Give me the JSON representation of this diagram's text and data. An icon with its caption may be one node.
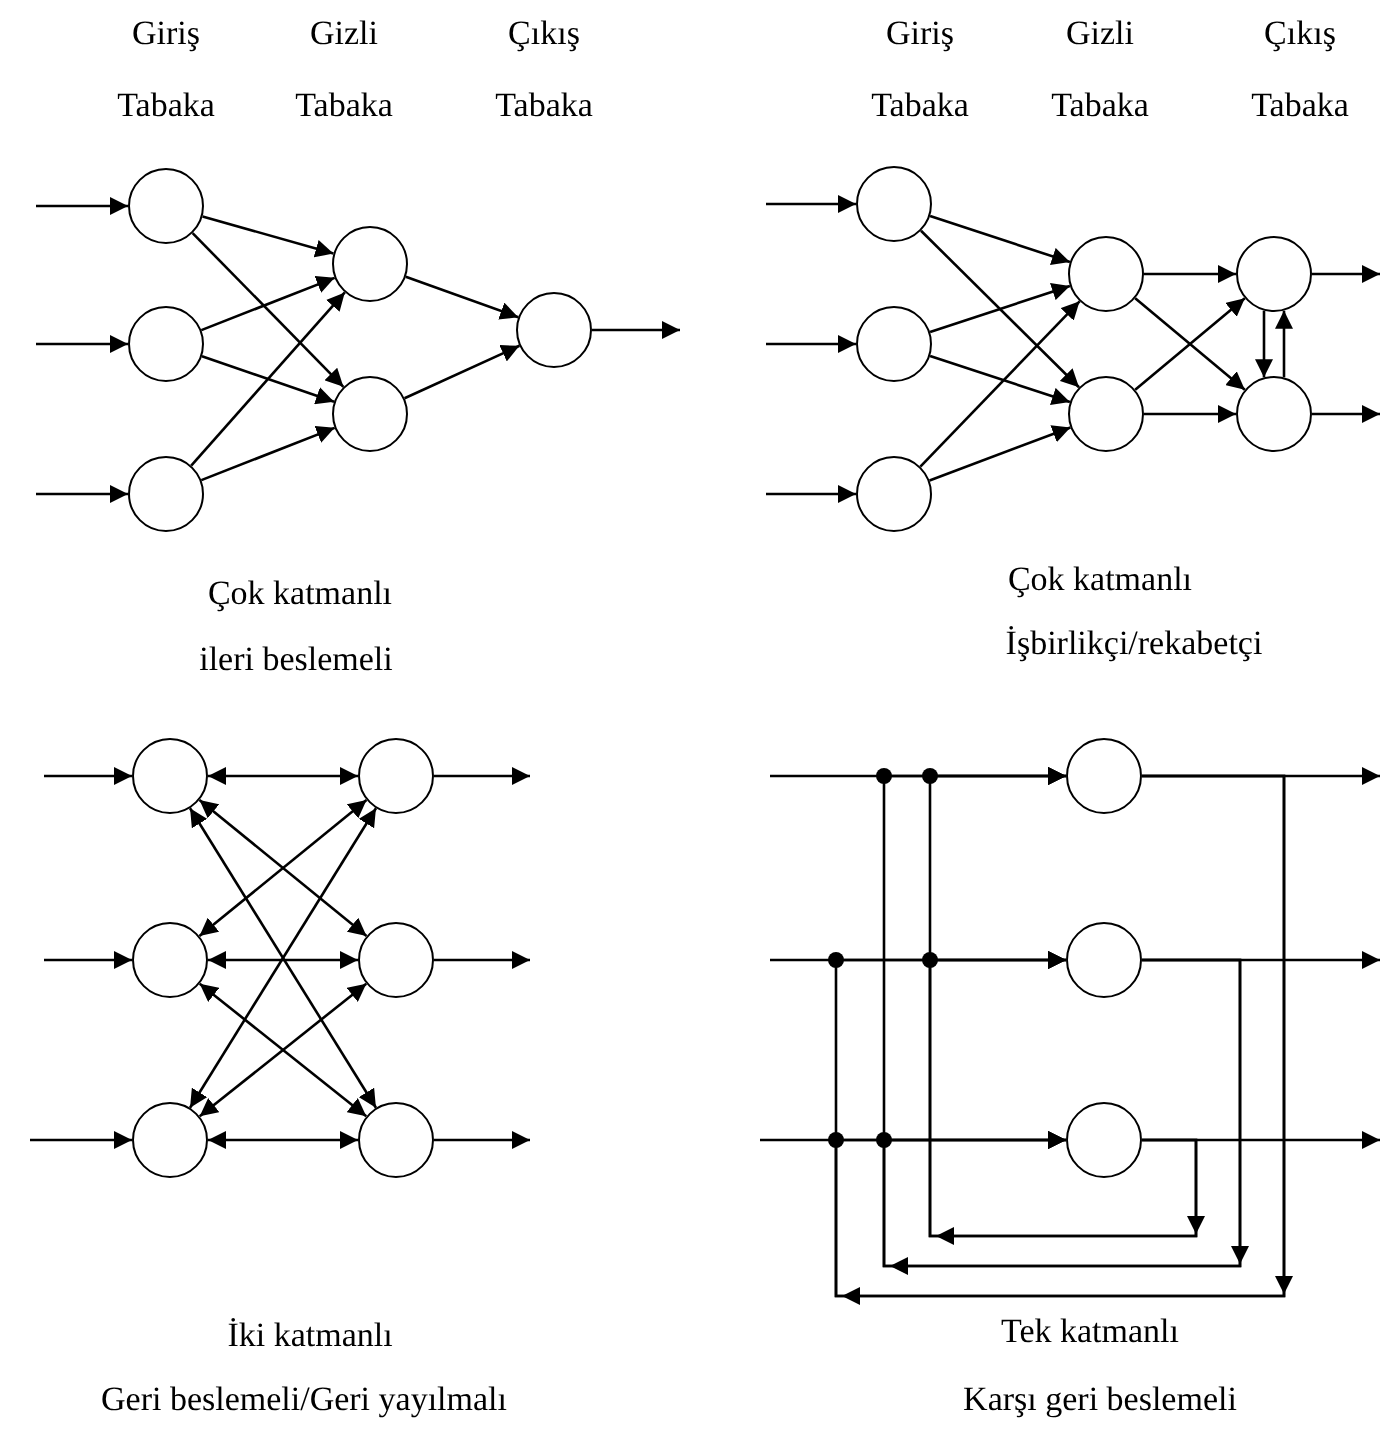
{
  "diagram": {
    "nodes": [
      {
        "text": [],
        "shape": "circle"
      },
      {
        "text": [],
        "shape": "circle"
      },
      {
        "text": [],
        "shape": "circle"
      },
      {
        "text": [],
        "shape": "circle"
      },
      {
        "text": [],
        "shape": "circle"
      },
      {
        "text": [],
        "shape": "circle"
      },
      {
        "text": [],
        "shape": "circle"
      },
      {
        "text": [],
        "shape": "circle"
      },
      {
        "text": [],
        "shape": "circle"
      },
      {
        "text": [],
        "shape": "circle"
      },
      {
        "text": [],
        "shape": "circle"
      },
      {
        "text": [],
        "shape": "circle"
      },
      {
        "text": [],
        "shape": "circle"
      },
      {
        "text": [],
        "shape": "circle"
      },
      {
        "text": [],
        "shape": "circle"
      },
      {
        "text": [],
        "shape": "circle"
      },
      {
        "text": [],
        "shape": "circle"
      },
      {
        "text": [],
        "shape": "circle"
      },
      {
        "text": [],
        "shape": "circle"
      },
      {
        "text": [],
        "shape": "circle"
      },
      {
        "text": [],
        "shape": "circle"
      },
      {
        "text": [],
        "shape": "circle"
      }
    ],
    "edges": [
      {
        "from": null,
        "to": 0,
        "arrow": "to"
      },
      {
        "from": null,
        "to": 1,
        "arrow": "to"
      },
      {
        "from": null,
        "to": 2,
        "arrow": "to"
      },
      {
        "from": 0,
        "to": 3,
        "arrow": "to"
      },
      {
        "from": 0,
        "to": 4,
        "arrow": "to"
      },
      {
        "from": 1,
        "to": 3,
        "arrow": "to"
      },
      {
        "from": 1,
        "to": 4,
        "arrow": "to"
      },
      {
        "from": 2,
        "to": 3,
        "arrow": "to"
      },
      {
        "from": 2,
        "to": 4,
        "arrow": "to"
      },
      {
        "from": 3,
        "to": 5,
        "arrow": "to"
      },
      {
        "from": 4,
        "to": 5,
        "arrow": "to"
      },
      {
        "from": 5,
        "to": null,
        "arrow": "to"
      },
      {
        "from": null,
        "to": 6,
        "arrow": "to"
      },
      {
        "from": null,
        "to": 7,
        "arrow": "to"
      },
      {
        "from": null,
        "to": 8,
        "arrow": "to"
      },
      {
        "from": 6,
        "to": 9,
        "arrow": "to"
      },
      {
        "from": 6,
        "to": 10,
        "arrow": "to"
      },
      {
        "from": 7,
        "to": 9,
        "arrow": "to"
      },
      {
        "from": 7,
        "to": 10,
        "arrow": "to"
      },
      {
        "from": 8,
        "to": 9,
        "arrow": "to"
      },
      {
        "from": 8,
        "to": 10,
        "arrow": "to"
      },
      {
        "from": 9,
        "to": 11,
        "arrow": "to"
      },
      {
        "from": 9,
        "to": 12,
        "arrow": "to"
      },
      {
        "from": 10,
        "to": 11,
        "arrow": "to"
      },
      {
        "from": 10,
        "to": 12,
        "arrow": "to"
      },
      {
        "from": 11,
        "to": 12,
        "arrow": "to"
      },
      {
        "from": 12,
        "to": 11,
        "arrow": "to"
      },
      {
        "from": 11,
        "to": null,
        "arrow": "to"
      },
      {
        "from": 12,
        "to": null,
        "arrow": "to"
      },
      {
        "from": null,
        "to": 13,
        "arrow": "to"
      },
      {
        "from": null,
        "to": 14,
        "arrow": "to"
      },
      {
        "from": null,
        "to": 15,
        "arrow": "to"
      },
      {
        "from": 13,
        "to": 16,
        "arrow": "both"
      },
      {
        "from": 13,
        "to": 17,
        "arrow": "both"
      },
      {
        "from": 13,
        "to": 18,
        "arrow": "both"
      },
      {
        "from": 14,
        "to": 16,
        "arrow": "both"
      },
      {
        "from": 14,
        "to": 17,
        "arrow": "both"
      },
      {
        "from": 14,
        "to": 18,
        "arrow": "both"
      },
      {
        "from": 15,
        "to": 16,
        "arrow": "both"
      },
      {
        "from": 15,
        "to": 17,
        "arrow": "both"
      },
      {
        "from": 15,
        "to": 18,
        "arrow": "both"
      },
      {
        "from": 16,
        "to": null,
        "arrow": "to"
      },
      {
        "from": 17,
        "to": null,
        "arrow": "to"
      },
      {
        "from": 18,
        "to": null,
        "arrow": "to"
      },
      {
        "from": null,
        "to": 19,
        "arrow": "to"
      },
      {
        "from": null,
        "to": 20,
        "arrow": "to"
      },
      {
        "from": null,
        "to": 21,
        "arrow": "to"
      },
      {
        "from": 19,
        "to": null,
        "arrow": "to"
      },
      {
        "from": 20,
        "to": null,
        "arrow": "to"
      },
      {
        "from": 21,
        "to": null,
        "arrow": "to"
      },
      {
        "from": 19,
        "to": 20,
        "arrow": "to"
      },
      {
        "from": 19,
        "to": 21,
        "arrow": "to"
      },
      {
        "from": 20,
        "to": 19,
        "arrow": "to"
      },
      {
        "from": 20,
        "to": 21,
        "arrow": "to"
      },
      {
        "from": 21,
        "to": 19,
        "arrow": "to"
      },
      {
        "from": 21,
        "to": 20,
        "arrow": "to"
      }
    ],
    "labels": [
      "Giriş Tabaka",
      "Gizli Tabaka",
      "Çıkış Tabaka",
      "Giriş Tabaka",
      "Gizli Tabaka",
      "Çıkış Tabaka",
      "Çok katmanlı",
      "ileri beslemeli",
      "Çok katmanlı",
      "İşbirlikçi/rekabetçi",
      "İki katmanlı",
      "Geri beslemeli/Geri yayılmalı",
      "Tek katmanlı",
      "Karşı geri beslemeli"
    ]
  }
}
